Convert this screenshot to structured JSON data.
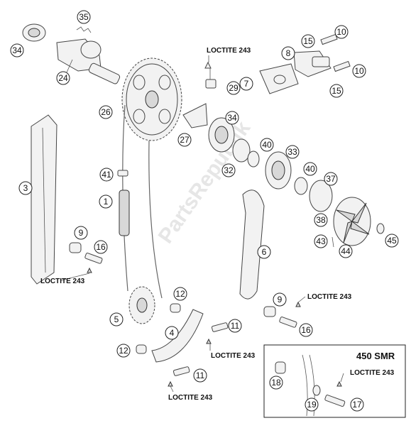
{
  "watermark": "PartsRepublik",
  "notes": {
    "loctite_a": "LOCTITE 243",
    "loctite_b": "LOCTITE 243",
    "loctite_c": "LOCTITE 243",
    "loctite_d": "LOCTITE 243",
    "loctite_e": "LOCTITE 243",
    "loctite_f": "LOCTITE 243"
  },
  "inset": {
    "title": "450 SMR"
  },
  "callouts": {
    "c35": "35",
    "c34a": "34",
    "c24": "24",
    "c26": "26",
    "c27": "27",
    "c29": "29",
    "c34b": "34",
    "c15a": "15",
    "c10a": "10",
    "c8": "8",
    "c7": "7",
    "c10b": "10",
    "c15b": "15",
    "c3": "3",
    "c41": "41",
    "c1": "1",
    "c32": "32",
    "c40a": "40",
    "c33": "33",
    "c40b": "40",
    "c37": "37",
    "c38": "38",
    "c6": "6",
    "c43": "43",
    "c44": "44",
    "c45": "45",
    "c9a": "9",
    "c16a": "16",
    "c12a": "12",
    "c5": "5",
    "c4": "4",
    "c11a": "11",
    "c12b": "12",
    "c11b": "11",
    "c9b": "9",
    "c16b": "16",
    "c18": "18",
    "c19": "19",
    "c17": "17"
  }
}
